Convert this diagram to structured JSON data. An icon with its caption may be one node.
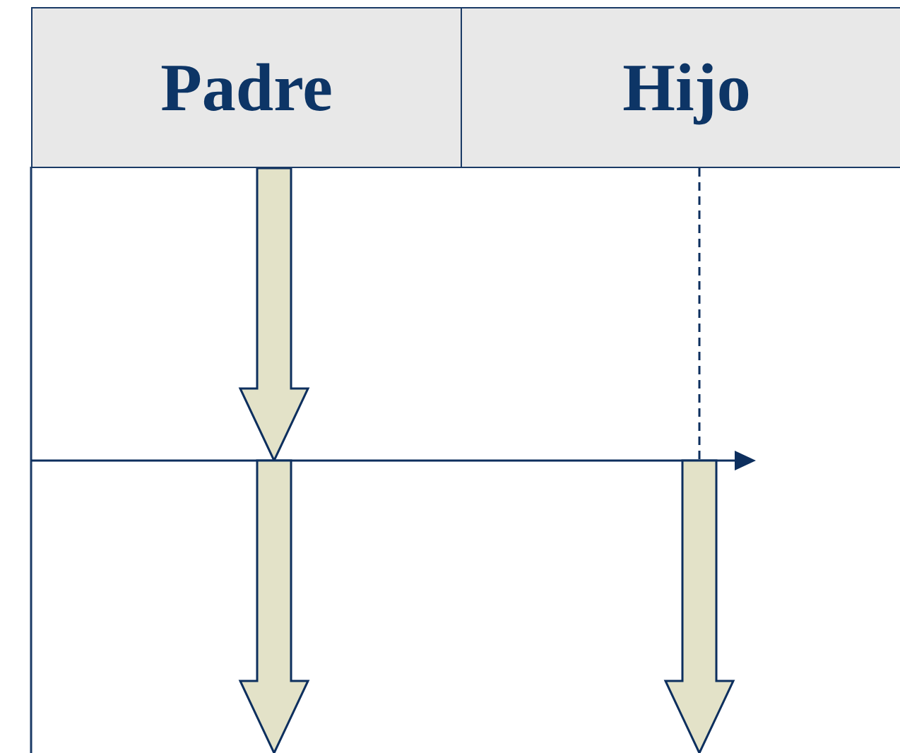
{
  "diagram": {
    "nodes": [
      {
        "text": [
          "Padre"
        ]
      },
      {
        "text": [
          "Hijo"
        ]
      }
    ],
    "edges": [
      {
        "from": 0,
        "to": null,
        "arrow": "to",
        "style": "thick"
      },
      {
        "from": 1,
        "to": null,
        "arrow": "none",
        "style": "dashed"
      }
    ]
  }
}
